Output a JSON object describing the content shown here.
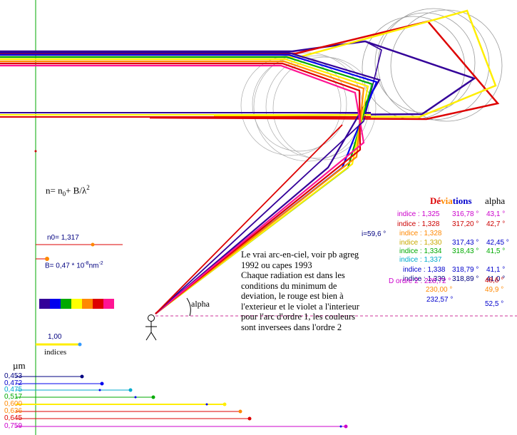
{
  "formula": {
    "prefix": "n= n",
    "sub": "0",
    "mid": "+ B/λ",
    "sup": "2"
  },
  "n0_label": "n0= 1,317",
  "b_label": {
    "text": "B= 0,47 * 10",
    "exp": "-8",
    "unit": "nm",
    "unit_exp": "-2"
  },
  "indices_value": "1,00",
  "indices_label": "indices",
  "um_label": "µm",
  "wavelengths": [
    "0,453",
    "0,472",
    "0,475",
    "0,517",
    "0,600",
    "0,636",
    "0,645",
    "0,759"
  ],
  "alpha_mark": "alpha",
  "i_label": "i=59,6 °",
  "deviations_header": {
    "parts": [
      "Dé",
      "via",
      "tions"
    ],
    "alpha": "alpha"
  },
  "order1": [
    {
      "label": "indice : 1,325",
      "dev": "316,78 °",
      "alpha": "43,1 °",
      "color": "#cc00cc"
    },
    {
      "label": "indice : 1,328",
      "dev": "317,20 °",
      "alpha": "42,7 °",
      "color": "#cc0000"
    },
    {
      "label": "indice : 1,328",
      "dev": "",
      "alpha": "",
      "color": "#ff8800"
    },
    {
      "label": "indice : 1,330",
      "dev": "317,43 °",
      "alpha": "42,45 °",
      "color": "#c8a800"
    },
    {
      "label": "indice : 1,334",
      "dev": "318,43 °",
      "alpha": "41,5 °",
      "color": "#00aa00"
    },
    {
      "label": "indice : 1,337",
      "dev": "",
      "alpha": "",
      "color": "#00aacc"
    },
    {
      "label": "indice : 1,338",
      "dev": "318,79 °",
      "alpha": "41,1 °",
      "color": "#0000cc"
    },
    {
      "label": "indice : 1,339",
      "dev": "318,89 °",
      "alpha": "41,0 °",
      "color": "#000080"
    }
  ],
  "order2": {
    "label": "D ordre 2 : 228,72 °",
    "rows": [
      {
        "dev": "228,72 °",
        "alpha": "48,6 °",
        "color": "#cc0000"
      },
      {
        "dev": "230,00 °",
        "alpha": "49,9 °",
        "color": "#ff8800"
      },
      {
        "dev": "232,57 °",
        "alpha": "52,5 °",
        "color": "#0000cc"
      }
    ]
  },
  "paragraph": [
    "Le vrai  arc-en-ciel, voir pb agreg",
    "1992 ou capes 1993",
    "Chaque radiation est dans les",
    "conditions du minimum de",
    "deviation, le rouge est bien à",
    "l'exterieur et le violet a l'interieur",
    "pour l'arc d'ordre 1, les couleurs",
    "sont inversees dans l'ordre 2"
  ],
  "colors": {
    "violet": "#330099",
    "blue": "#0000ee",
    "green": "#00aa00",
    "yellow": "#ffee00",
    "orange": "#ff8800",
    "red": "#dd0000",
    "magenta": "#ff1493",
    "navy": "#000080"
  },
  "swatch_colors": [
    "#330099",
    "#0000ee",
    "#00aa00",
    "#ffff00",
    "#ff8800",
    "#dd0000",
    "#ff1493"
  ]
}
